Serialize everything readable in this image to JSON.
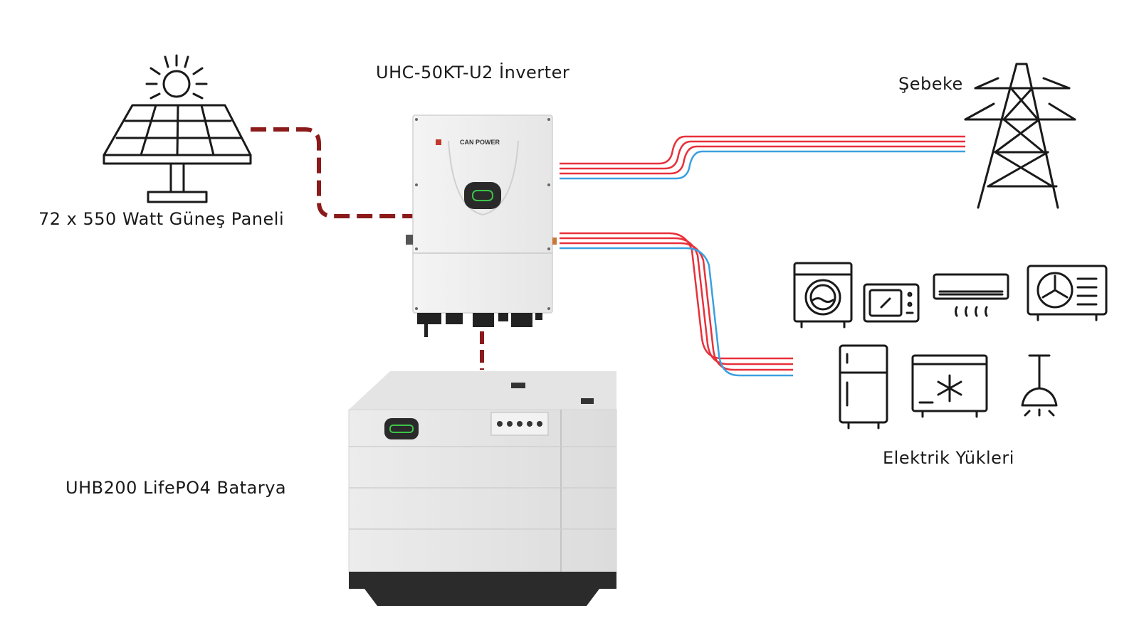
{
  "labels": {
    "solar": "72 x 550 Watt Güneş Paneli",
    "inverter": "UHC-50KT-U2 İnverter",
    "grid": "Şebeke",
    "loads": "Elektrik Yükleri",
    "battery": "UHB200 LifePO4 Batarya"
  },
  "inverter_brand": "CAN POWER",
  "colors": {
    "dc_line": "#8b1a1a",
    "ac_red": "#e8303a",
    "ac_blue": "#3aa0e0",
    "icon_stroke": "#1a1a1a",
    "device_body": "#eeeeee",
    "battery_base": "#2b2b2b",
    "led_green": "#3ec24a"
  },
  "icons": [
    "sun-icon",
    "solar-panel-icon",
    "transmission-tower-icon",
    "washing-machine-icon",
    "microwave-icon",
    "air-conditioner-icon",
    "ac-outdoor-unit-icon",
    "refrigerator-icon",
    "chest-freezer-icon",
    "ceiling-lamp-icon"
  ]
}
